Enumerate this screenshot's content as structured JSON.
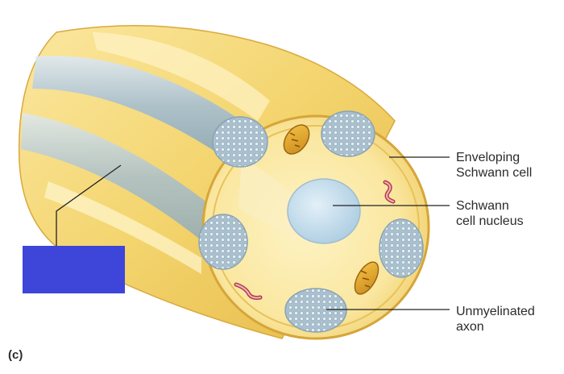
{
  "labels": {
    "enveloping_line1": "Enveloping",
    "enveloping_line2": "Schwann cell",
    "nucleus_line1": "Schwann",
    "nucleus_line2": "cell nucleus",
    "axon_line1": "Unmyelinated",
    "axon_line2": "axon"
  },
  "panel_label": "(c)",
  "colors": {
    "sheath_yellow": "#f2d36a",
    "sheath_light": "#fbe9a6",
    "cell_border": "#d9a83a",
    "axon_blue": "#b9cbd6",
    "nucleus_blue": "#c4dcec",
    "answer_box": "#3d46d8",
    "leader_line": "#222222"
  }
}
